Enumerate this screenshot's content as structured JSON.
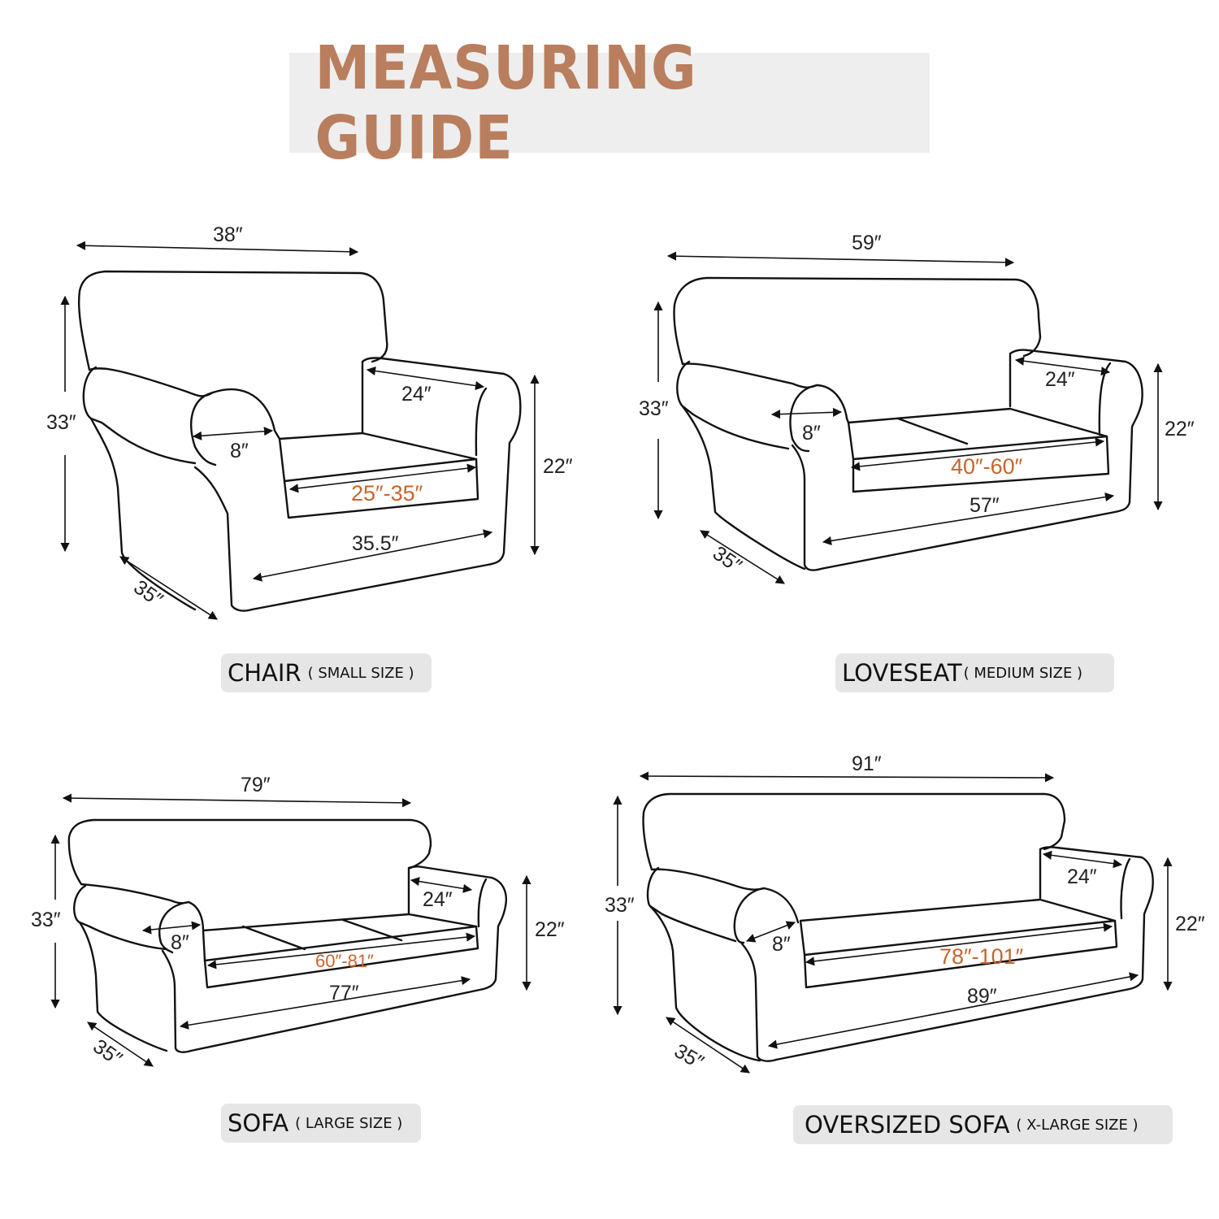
{
  "title": "MEASURING GUIDE",
  "colors": {
    "title": "#b97e5e",
    "title_bg": "#eeeeee",
    "range_text": "#c4662e",
    "label_bg": "#e6e6e6",
    "outline": "#111111"
  },
  "items": [
    {
      "name": "CHAIR",
      "size": "( SMALL SIZE )",
      "dims": {
        "total_width": "38″",
        "height": "33″",
        "arm_height": "22″",
        "arm_length": "24″",
        "arm_width": "8″",
        "seat_range": "25″-35″",
        "front_width": "35.5″",
        "depth": "35″"
      }
    },
    {
      "name": "LOVESEAT",
      "size": "( MEDIUM SIZE )",
      "dims": {
        "total_width": "59″",
        "height": "33″",
        "arm_height": "22″",
        "arm_length": "24″",
        "arm_width": "8″",
        "seat_range": "40″-60″",
        "front_width": "57″",
        "depth": "35″"
      }
    },
    {
      "name": "SOFA",
      "size": "( LARGE  SIZE )",
      "dims": {
        "total_width": "79″",
        "height": "33″",
        "arm_height": "22″",
        "arm_length": "24″",
        "arm_width": "8″",
        "seat_range": "60″-81″",
        "front_width": "77″",
        "depth": "35″"
      }
    },
    {
      "name": "OVERSIZED SOFA",
      "size": "( X-LARGE  SIZE )",
      "dims": {
        "total_width": "91″",
        "height": "33″",
        "arm_height": "22″",
        "arm_length": "24″",
        "arm_width": "8″",
        "seat_range": "78″-101″",
        "front_width": "89″",
        "depth": "35″"
      }
    }
  ]
}
